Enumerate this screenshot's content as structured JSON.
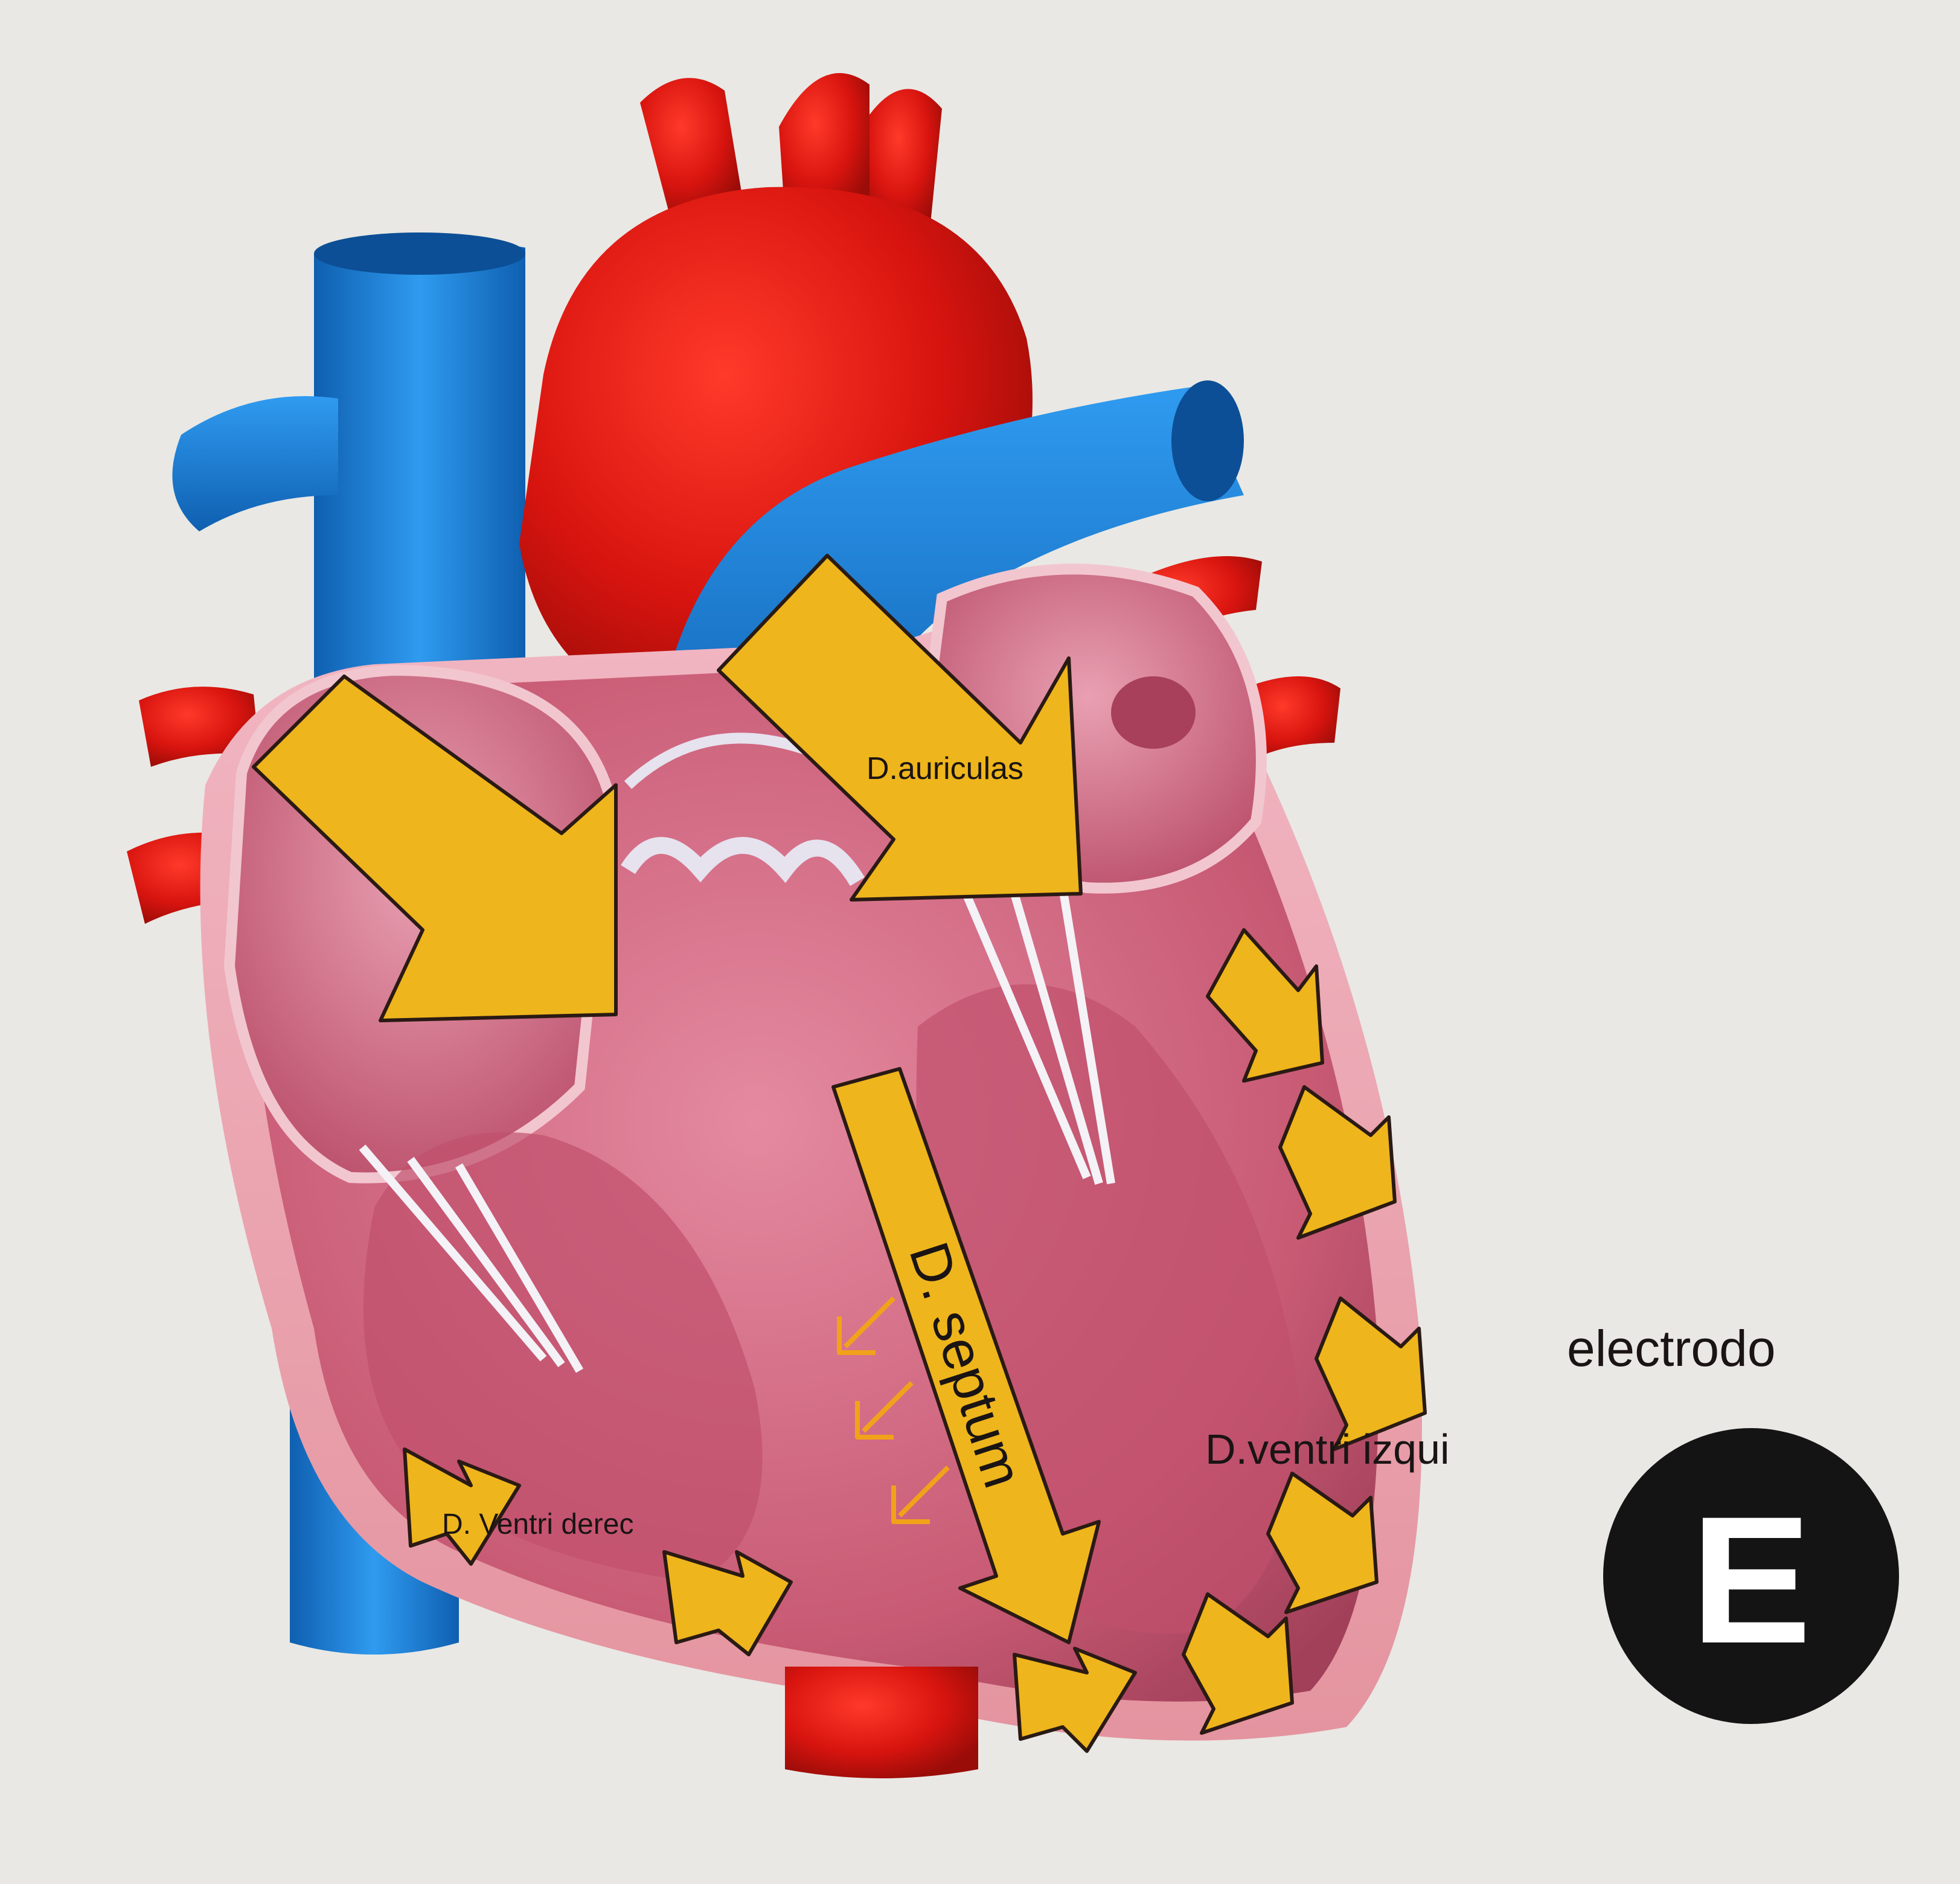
{
  "diagram": {
    "labels": {
      "atria": "D.auriculas",
      "septum": "D. septum",
      "right_ventricle": "D. Ventri derec",
      "left_ventricle": "D.ventri izqui",
      "electrode": "electrodo"
    },
    "electrode_badge": "E",
    "colors": {
      "background": "#e9e8e4",
      "vein_blue": "#1f86d8",
      "artery_red": "#d8140f",
      "muscle_pink": "#c85a74",
      "arrow_yellow": "#eeb51c",
      "arrow_outline": "#2a1a14",
      "badge_black": "#141414"
    }
  }
}
